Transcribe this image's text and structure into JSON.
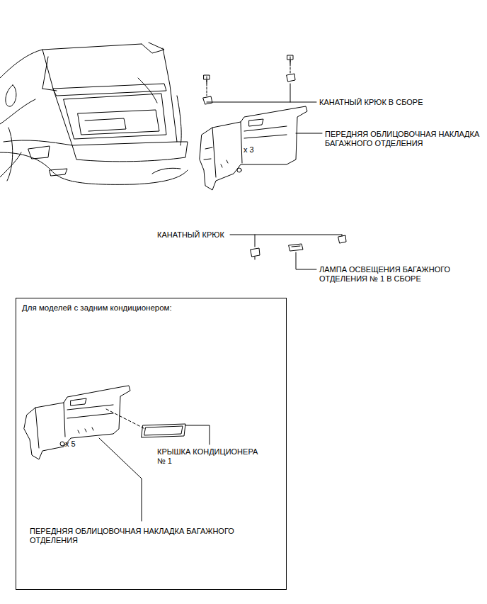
{
  "diagram": {
    "nodes": [
      {
        "text": [
          "Для моделей с задним кондиционером:"
        ]
      }
    ],
    "labels": [
      "КАНАТНЫЙ КРЮК В СБОРЕ",
      "ПЕРЕДНЯЯ ОБЛИЦОВОЧНАЯ НАКЛАДКА БАГАЖНОГО ОТДЕЛЕНИЯ",
      "x 3",
      "КАНАТНЫЙ КРЮК",
      "ЛАМПА ОСВЕЩЕНИЯ БАГАЖНОГО ОТДЕЛЕНИЯ № 1 В СБОРЕ",
      "x 5",
      "КРЫШКА КОНДИЦИОНЕРА № 1",
      "ПЕРЕДНЯЯ ОБЛИЦОВОЧНАЯ НАКЛАДКА БАГАЖНОГО ОТДЕЛЕНИЯ"
    ]
  }
}
